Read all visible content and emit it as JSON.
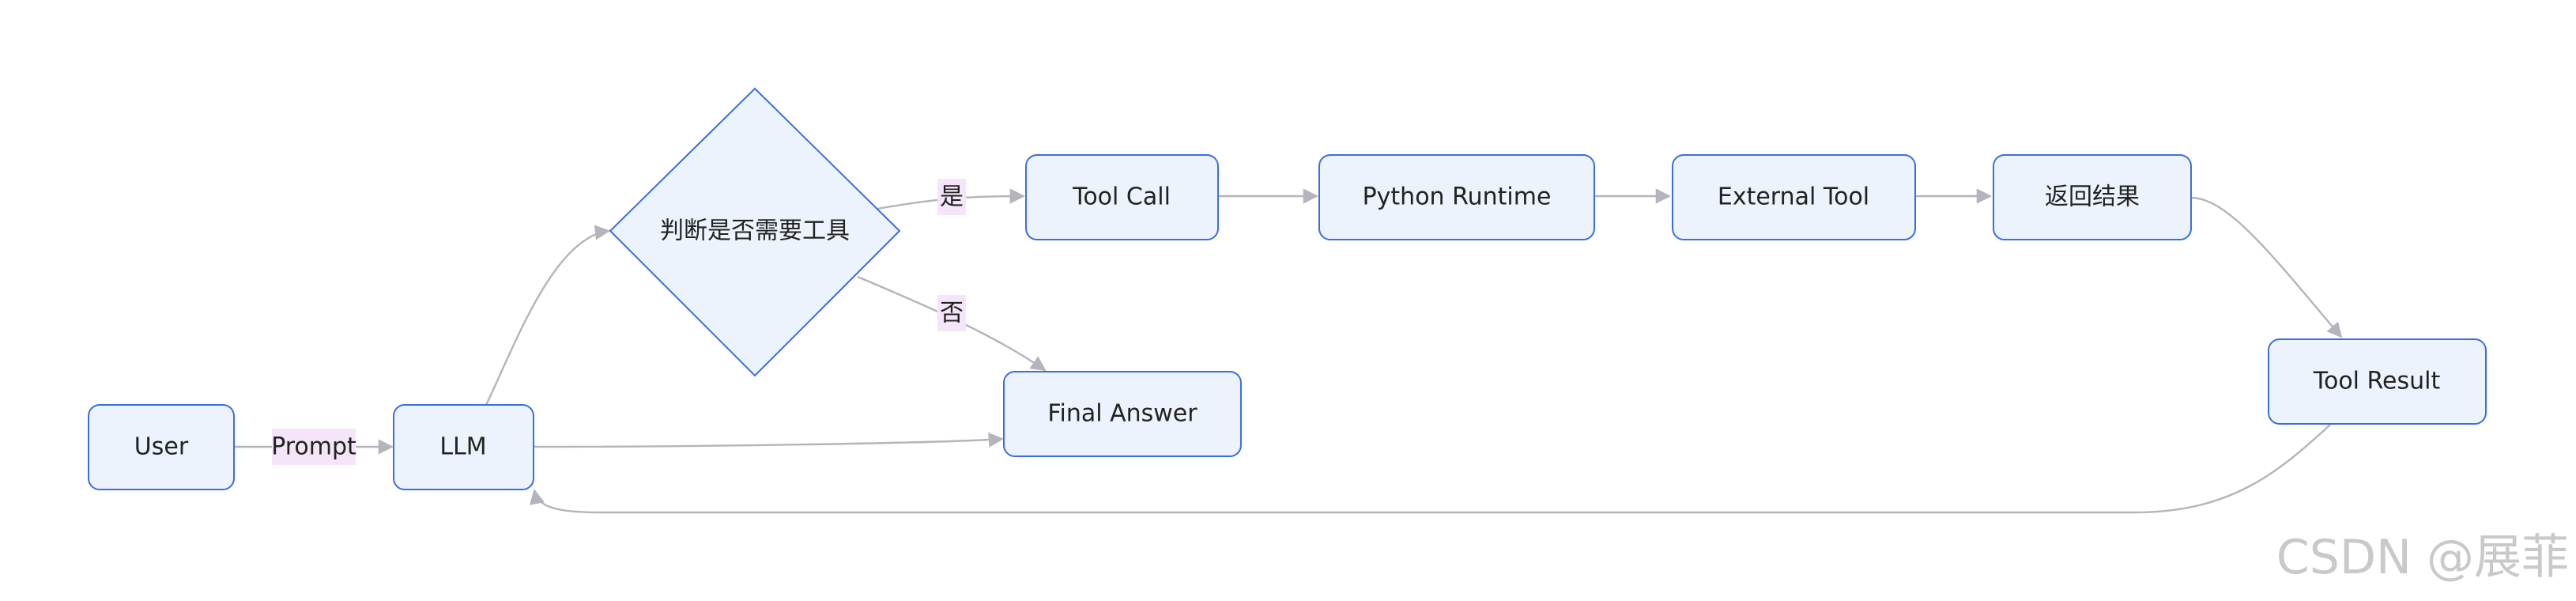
{
  "diagram": {
    "nodes": {
      "user": "User",
      "llm": "LLM",
      "decision": "判断是否需要工具",
      "tool_call": "Tool Call",
      "python_runtime": "Python Runtime",
      "external_tool": "External Tool",
      "return_result": "返回结果",
      "tool_result": "Tool Result",
      "final_answer": "Final Answer"
    },
    "edge_labels": {
      "prompt": "Prompt",
      "yes": "是",
      "no": "否"
    },
    "colors": {
      "node_fill": "#ecf3fd",
      "node_stroke": "#3a6ee0",
      "edge": "#b4b4bc",
      "edge_label_bg": "#f5e5f8"
    }
  },
  "watermark": "CSDN @展菲"
}
